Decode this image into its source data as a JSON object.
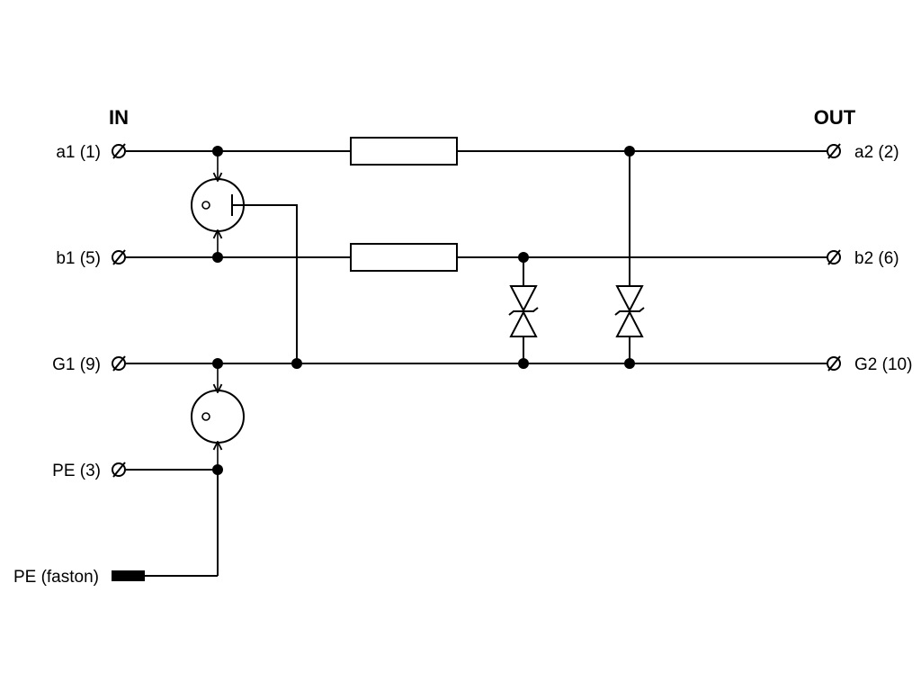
{
  "headers": {
    "input": "IN",
    "output": "OUT"
  },
  "terminals": {
    "a1": "a1 (1)",
    "b1": "b1 (5)",
    "g1": "G1 (9)",
    "pe": "PE (3)",
    "pe_faston": "PE (faston)",
    "a2": "a2 (2)",
    "b2": "b2 (6)",
    "g2": "G2 (10)"
  },
  "colors": {
    "line": "#000000",
    "background": "#ffffff"
  },
  "symbols": {
    "terminal": "screw-terminal-icon",
    "faston": "faston-tab-icon",
    "gas_tube": "gas-discharge-tube-icon",
    "tvs": "bidirectional-tvs-diode-icon",
    "resistor": "resistor-icon"
  }
}
